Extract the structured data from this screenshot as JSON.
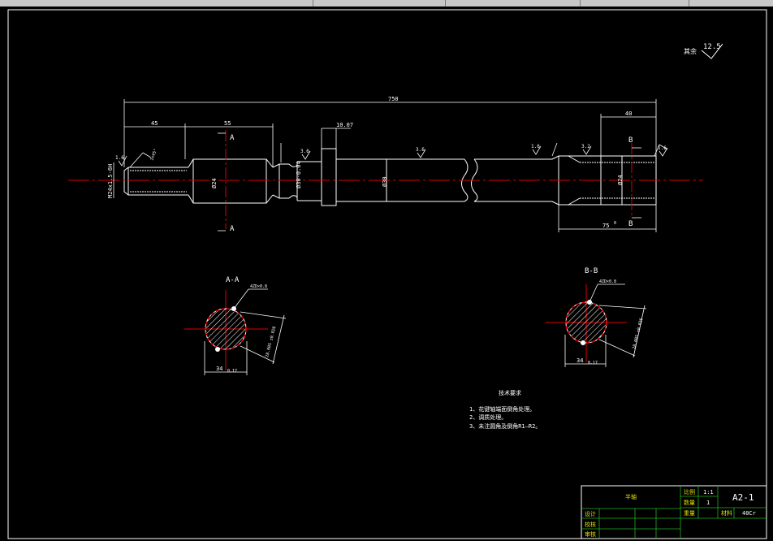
{
  "roughness": {
    "label": "其余",
    "value": "12.5"
  },
  "dimensions": {
    "overall": "750",
    "left_step": "45",
    "spline_a_len": "55",
    "spline_b_len": "40",
    "right_bottom": "75",
    "right_bottom_tol": "0",
    "collar": "10.07",
    "thread": "M24x1.5-6H",
    "dia_spline_a": "Ø24",
    "dia_mid": "Ø30",
    "dia_collar": "Ø30-0.04",
    "dia_spline_b": "Ø24",
    "chamfer": "1x45°"
  },
  "roughness_marks": [
    "1.6",
    "3.6",
    "3.6",
    "1.6",
    "3.2",
    "1.6"
  ],
  "section_markers": {
    "a_top": "A",
    "a_bottom": "A",
    "b_top": "B",
    "b_bottom": "B"
  },
  "sections": [
    {
      "title": "A-A",
      "note": "4ZD×0.8",
      "width": "34",
      "width_tol": "0.17",
      "dims": "28.005 ±0.026",
      "tol_tag": "0"
    },
    {
      "title": "B-B",
      "note": "4ZD×0.8",
      "width": "34",
      "width_tol": "0.17",
      "dims": "28.005 ±0.026",
      "tol_tag": "0"
    }
  ],
  "tech_requirements": {
    "title": "技术要求",
    "items": [
      "1、花键轴端面倒角处理。",
      "2、调质处理。",
      "3、未注圆角及倒角R1—R2。"
    ]
  },
  "title_block": {
    "part_name": "半轴",
    "scale_label": "比例",
    "scale_value": "1:1",
    "qty_label": "数量",
    "qty_value": "1",
    "weight_label": "重量",
    "material_label": "材料",
    "material_value": "40Cr",
    "drawing_no": "A2-1",
    "designer_label": "设计",
    "checker_label": "校核",
    "reviewer_label": "审核"
  }
}
